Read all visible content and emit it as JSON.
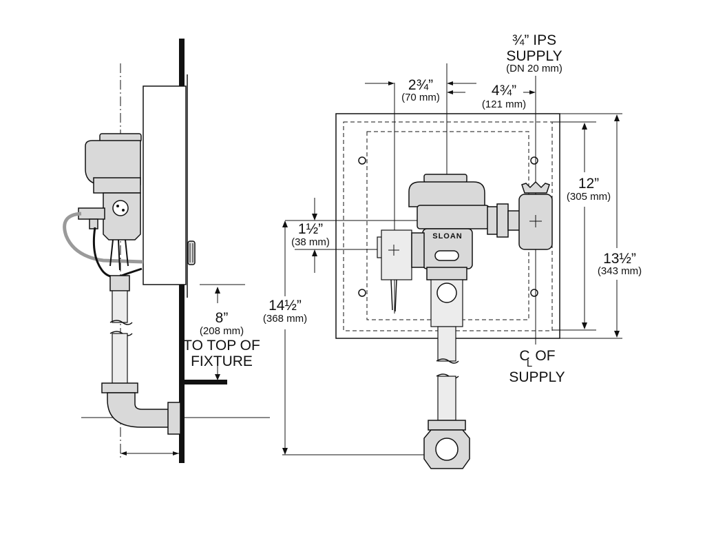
{
  "side_view": {
    "fixture_dimension": "8”",
    "fixture_dimension_mm": "(208 mm)",
    "fixture_note_line1": "TO TOP OF",
    "fixture_note_line2": "FIXTURE"
  },
  "front_view": {
    "supply_line1": "¾” IPS",
    "supply_line2": "SUPPLY",
    "supply_mm": "(DN 20 mm)",
    "offset_left": "2¾”",
    "offset_left_mm": "(70 mm)",
    "offset_right": "4¾”",
    "offset_right_mm": "(121 mm)",
    "inner_height": "12”",
    "inner_height_mm": "(305 mm)",
    "outer_height": "13½”",
    "outer_height_mm": "(343 mm)",
    "valve_offset": "1½”",
    "valve_offset_mm": "(38 mm)",
    "overall_height": "14½”",
    "overall_height_mm": "(368 mm)",
    "centerline_line1": "C",
    "centerline_sub": "L",
    "centerline_of": "OF",
    "centerline_line2": "SUPPLY",
    "brand_logo": "SLOAN"
  }
}
